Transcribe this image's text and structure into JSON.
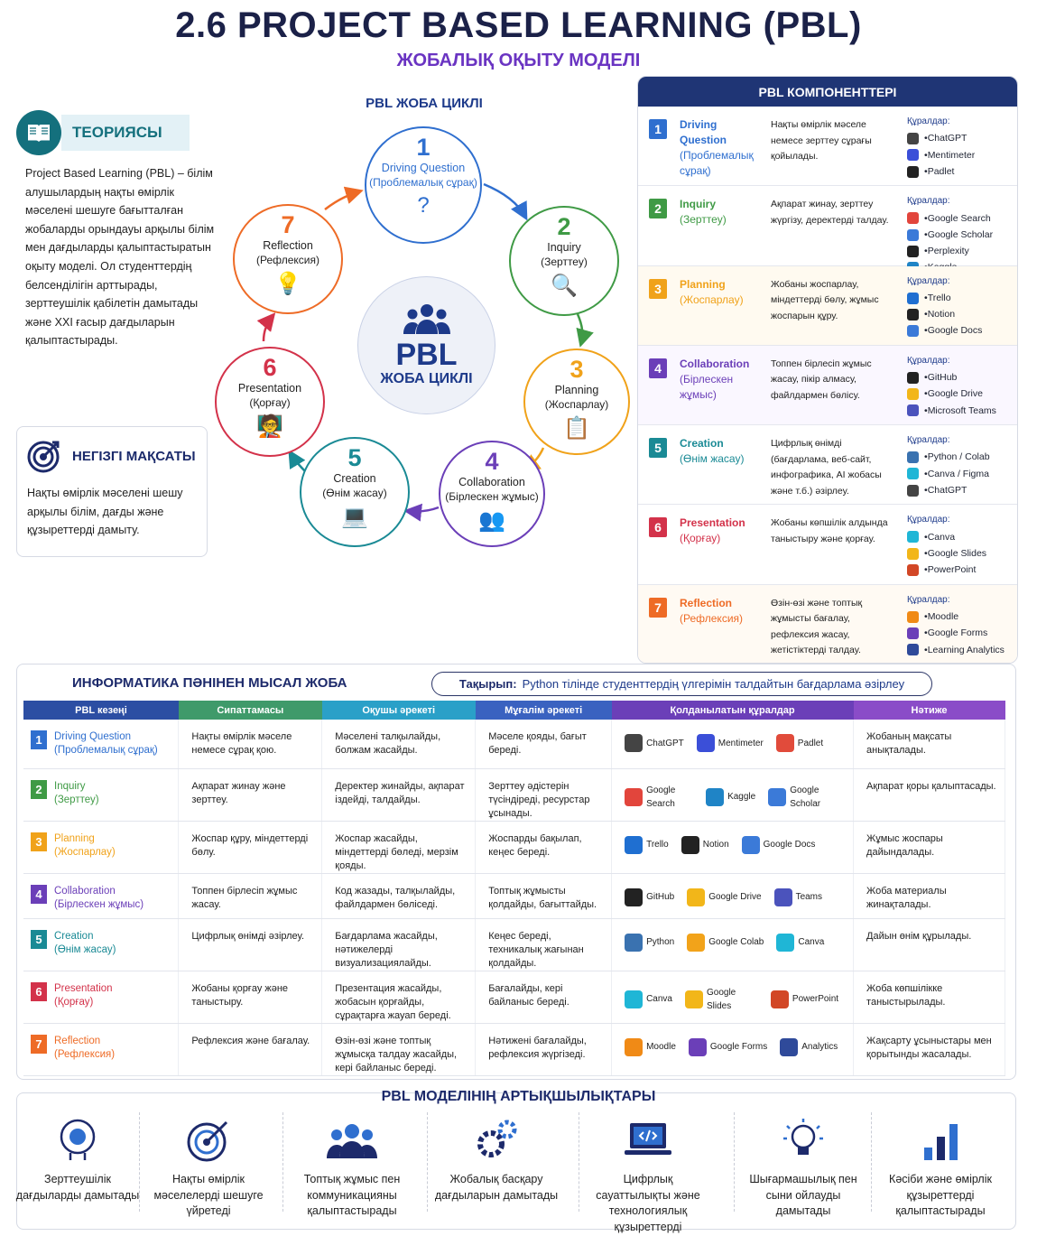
{
  "title": "2.6 PROJECT BASED LEARNING (PBL)",
  "subtitle": "ЖОБАЛЫҚ ОҚЫТУ МОДЕЛІ",
  "theory": {
    "label": "ТЕОРИЯСЫ",
    "text": "Project Based Learning (PBL) – білім алушылардың нақты өмірлік мәселені шешуге бағытталған жобаларды орындауы арқылы білім мен дағдыларды қалыптастыратын оқыту моделі. Ол студенттердің белсенділігін арттырады, зерттеушілік қабілетін дамытады және XXI ғасыр дағдыларын қалыптастырады."
  },
  "goal": {
    "label": "НЕГІЗГІ МАҚСАТЫ",
    "text": "Нақты өмірлік мәселені шешу арқылы білім, дағды және құзыреттерді дамыту."
  },
  "cycle": {
    "title": "PBL ЖОБА ЦИКЛІ",
    "center_big": "PBL",
    "center_sub": "ЖОБА ЦИКЛІ",
    "steps": [
      {
        "num": "1",
        "name": "Driving Question",
        "sub": "(Проблемалық сұрақ)",
        "color": "#2f6fcf",
        "icon": "?"
      },
      {
        "num": "2",
        "name": "Inquiry",
        "sub": "(Зерттеу)",
        "color": "#3f9a45",
        "icon": "🔍"
      },
      {
        "num": "3",
        "name": "Planning",
        "sub": "(Жоспарлау)",
        "color": "#f0a21a",
        "icon": "📋"
      },
      {
        "num": "4",
        "name": "Collaboration",
        "sub": "(Бірлескен жұмыс)",
        "color": "#6b3fb8",
        "icon": "👥"
      },
      {
        "num": "5",
        "name": "Creation",
        "sub": "(Өнім жасау)",
        "color": "#1a8a95",
        "icon": "💻"
      },
      {
        "num": "6",
        "name": "Presentation",
        "sub": "(Қорғау)",
        "color": "#d3324a",
        "icon": "🧑‍🏫"
      },
      {
        "num": "7",
        "name": "Reflection",
        "sub": "(Рефлексия)",
        "color": "#ee6b26",
        "icon": "💡"
      }
    ]
  },
  "components": {
    "title": "PBL КОМПОНЕНТТЕРІ",
    "tools_label": "Құралдар:",
    "rows": [
      {
        "num": "1",
        "name": "Driving Question",
        "sub": "(Проблемалық сұрақ)",
        "desc": "Нақты өмірлік мәселе немесе зерттеу сұрағы қойылады.",
        "color": "#2f6fcf",
        "bg": "#ffffff",
        "tools": [
          "ChatGPT",
          "Mentimeter",
          "Padlet"
        ],
        "tool_colors": [
          "#444",
          "#3b4fd8",
          "#222"
        ]
      },
      {
        "num": "2",
        "name": "Inquiry",
        "sub": "(Зерттеу)",
        "desc": "Ақпарат жинау, зерттеу жүргізу, деректерді талдау.",
        "color": "#3f9a45",
        "bg": "#ffffff",
        "tools": [
          "Google Search",
          "Google Scholar",
          "Perplexity",
          "Kaggle"
        ],
        "tool_colors": [
          "#e2453c",
          "#3b7ad8",
          "#222",
          "#1f84c6"
        ]
      },
      {
        "num": "3",
        "name": "Planning",
        "sub": "(Жоспарлау)",
        "desc": "Жобаны жоспарлау, міндеттерді бөлу, жұмыс жоспарын құру.",
        "color": "#f0a21a",
        "bg": "#fffaf0",
        "tools": [
          "Trello",
          "Notion",
          "Google Docs"
        ],
        "tool_colors": [
          "#1f6fd1",
          "#222",
          "#3b7ad8"
        ]
      },
      {
        "num": "4",
        "name": "Collaboration",
        "sub": "(Бірлескен жұмыс)",
        "desc": "Топпен бірлесіп жұмыс жасау, пікір алмасу, файлдармен бөлісу.",
        "color": "#6b3fb8",
        "bg": "#faf7ff",
        "tools": [
          "GitHub",
          "Google Drive",
          "Microsoft Teams"
        ],
        "tool_colors": [
          "#222",
          "#f2b619",
          "#4b53bc"
        ]
      },
      {
        "num": "5",
        "name": "Creation",
        "sub": "(Өнім жасау)",
        "desc": "Цифрлық өнімді (бағдарлама, веб-сайт, инфографика, AI жобасы және т.б.) әзірлеу.",
        "color": "#1a8a95",
        "bg": "#ffffff",
        "tools": [
          "Python / Colab",
          "Canva / Figma",
          "ChatGPT"
        ],
        "tool_colors": [
          "#3a72b0",
          "#1fb6d6",
          "#444"
        ]
      },
      {
        "num": "6",
        "name": "Presentation",
        "sub": "(Қорғау)",
        "desc": "Жобаны көпшілік алдында таныстыру және қорғау.",
        "color": "#d3324a",
        "bg": "#ffffff",
        "tools": [
          "Canva",
          "Google Slides",
          "PowerPoint"
        ],
        "tool_colors": [
          "#1fb6d6",
          "#f2b619",
          "#d24726"
        ]
      },
      {
        "num": "7",
        "name": "Reflection",
        "sub": "(Рефлексия)",
        "desc": "Өзін-өзі және топтық жұмысты бағалау, рефлексия жасау, жетістіктерді талдау.",
        "color": "#ee6b26",
        "bg": "#fffaf3",
        "tools": [
          "Moodle",
          "Google Forms",
          "Learning Analytics"
        ],
        "tool_colors": [
          "#f08a16",
          "#6b3fb8",
          "#2f4a9a"
        ]
      }
    ]
  },
  "example": {
    "title": "ИНФОРМАТИКА ПӘНІНЕН МЫСАЛ ЖОБА",
    "topic_label": "Тақырып:",
    "topic_text": "Python тілінде студенттердің үлгерімін талдайтын бағдарлама әзірлеу",
    "headers": [
      "PBL кезеңі",
      "Сипаттамасы",
      "Оқушы әрекеті",
      "Мұғалім әрекеті",
      "Қолданылатын құралдар",
      "Нәтиже"
    ],
    "header_colors": [
      "#2c4ea3",
      "#3f9a6a",
      "#2aa0c8",
      "#3a62c0",
      "#6b3fb8",
      "#8a4cc8"
    ],
    "rows": [
      {
        "num": "1",
        "name": "Driving Question",
        "sub": "(Проблемалық сұрақ)",
        "color": "#2f6fcf",
        "desc": "Нақты өмірлік мәселе немесе сұрақ қою.",
        "student": "Мәселені талқылайды, болжам жасайды.",
        "teacher": "Мәселе қояды, бағыт береді.",
        "tools": [
          "ChatGPT",
          "Mentimeter",
          "Padlet"
        ],
        "tool_colors": [
          "#444",
          "#3b4fd8",
          "#e14b3b"
        ],
        "result": "Жобаның мақсаты анықталады."
      },
      {
        "num": "2",
        "name": "Inquiry",
        "sub": "(Зерттеу)",
        "color": "#3f9a45",
        "desc": "Ақпарат жинау және зерттеу.",
        "student": "Деректер жинайды, ақпарат іздейді, талдайды.",
        "teacher": "Зерттеу әдістерін түсіндіреді, ресурстар ұсынады.",
        "tools": [
          "Google Search",
          "Kaggle",
          "Google Scholar"
        ],
        "tool_colors": [
          "#e2453c",
          "#1f84c6",
          "#3b7ad8"
        ],
        "result": "Ақпарат қоры қалыптасады."
      },
      {
        "num": "3",
        "name": "Planning",
        "sub": "(Жоспарлау)",
        "color": "#f0a21a",
        "desc": "Жоспар құру, міндеттерді бөлу.",
        "student": "Жоспар жасайды, міндеттерді бөледі, мерзім қояды.",
        "teacher": "Жоспарды бақылап, кеңес береді.",
        "tools": [
          "Trello",
          "Notion",
          "Google Docs"
        ],
        "tool_colors": [
          "#1f6fd1",
          "#222",
          "#3b7ad8"
        ],
        "result": "Жұмыс жоспары дайындалады."
      },
      {
        "num": "4",
        "name": "Collaboration",
        "sub": "(Бірлескен жұмыс)",
        "color": "#6b3fb8",
        "desc": "Топпен бірлесіп жұмыс жасау.",
        "student": "Код жазады, талқылайды, файлдармен бөліседі.",
        "teacher": "Топтық жұмысты қолдайды, бағыттайды.",
        "tools": [
          "GitHub",
          "Google Drive",
          "Teams"
        ],
        "tool_colors": [
          "#222",
          "#f2b619",
          "#4b53bc"
        ],
        "result": "Жоба материалы жинақталады."
      },
      {
        "num": "5",
        "name": "Creation",
        "sub": "(Өнім жасау)",
        "color": "#1a8a95",
        "desc": "Цифрлық өнімді әзірлеу.",
        "student": "Бағдарлама жасайды, нәтижелерді визуализациялайды.",
        "teacher": "Кеңес береді, техникалық жағынан қолдайды.",
        "tools": [
          "Python",
          "Google Colab",
          "Canva"
        ],
        "tool_colors": [
          "#3a72b0",
          "#f2a31a",
          "#1fb6d6"
        ],
        "result": "Дайын өнім құрылады."
      },
      {
        "num": "6",
        "name": "Presentation",
        "sub": "(Қорғау)",
        "color": "#d3324a",
        "desc": "Жобаны қорғау және таныстыру.",
        "student": "Презентация жасайды, жобасын қорғайды, сұрақтарға жауап береді.",
        "teacher": "Бағалайды, кері байланыс береді.",
        "tools": [
          "Canva",
          "Google Slides",
          "PowerPoint"
        ],
        "tool_colors": [
          "#1fb6d6",
          "#f2b619",
          "#d24726"
        ],
        "result": "Жоба көпшілікке таныстырылады."
      },
      {
        "num": "7",
        "name": "Reflection",
        "sub": "(Рефлексия)",
        "color": "#ee6b26",
        "desc": "Рефлексия және бағалау.",
        "student": "Өзін-өзі және топтық жұмысқа талдау жасайды, кері байланыс береді.",
        "teacher": "Нәтижені бағалайды, рефлексия жүргізеді.",
        "tools": [
          "Moodle",
          "Google Forms",
          "Analytics"
        ],
        "tool_colors": [
          "#f08a16",
          "#6b3fb8",
          "#2f4a9a"
        ],
        "result": "Жақсарту ұсыныстары мен қорытынды жасалады."
      }
    ]
  },
  "advantages": {
    "title": "PBL МОДЕЛІНІҢ АРТЫҚШЫЛЫҚТАРЫ",
    "items": [
      {
        "icon": "brain-icon",
        "text": "Зерттеушілік дағдыларды дамытады"
      },
      {
        "icon": "target-icon",
        "text": "Нақты өмірлік мәселелерді шешуге үйретеді"
      },
      {
        "icon": "team-icon",
        "text": "Топтық жұмыс пен коммуникацияны қалыптастырады"
      },
      {
        "icon": "gears-icon",
        "text": "Жобалық басқару дағдыларын дамытады"
      },
      {
        "icon": "laptop-code-icon",
        "text": "Цифрлық сауаттылықты және технологиялық құзыреттерді арттырады"
      },
      {
        "icon": "bulb-icon",
        "text": "Шығармашылық пен сыни ойлауды дамытады"
      },
      {
        "icon": "bar-chart-icon",
        "text": "Кәсіби және өмірлік құзыреттерді қалыптастырады"
      }
    ]
  }
}
